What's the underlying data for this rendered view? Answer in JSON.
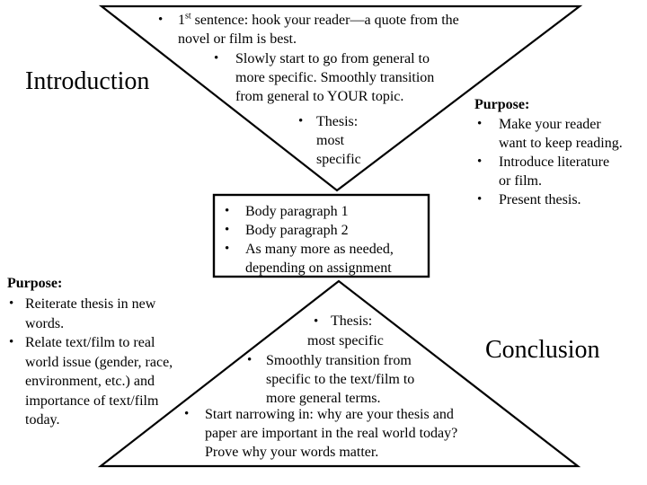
{
  "ui": {
    "bullet": "•"
  },
  "colors": {
    "background": "#ffffff",
    "line": "#000000",
    "text": "#000000"
  },
  "labels": {
    "introduction": "Introduction",
    "conclusion": "Conclusion"
  },
  "intro_triangle": {
    "bullet1": {
      "num": "1",
      "sup": "st",
      "rest": " sentence: hook your reader—a quote from the",
      "line2": "novel or film is best."
    },
    "bullet2": {
      "lines": [
        "Slowly start to go from general to",
        "more specific. Smoothly transition",
        "from general to YOUR topic."
      ]
    },
    "bullet3": {
      "lines": [
        "Thesis:",
        "most",
        "specific"
      ]
    }
  },
  "intro_purpose": {
    "heading": "Purpose:",
    "items": [
      {
        "lines": [
          "Make your reader",
          "want to keep reading."
        ]
      },
      {
        "lines": [
          "Introduce literature",
          "or film."
        ]
      },
      {
        "lines": [
          "Present thesis."
        ]
      }
    ]
  },
  "body_box": {
    "items": [
      {
        "lines": [
          "Body paragraph 1"
        ]
      },
      {
        "lines": [
          "Body paragraph 2"
        ]
      },
      {
        "lines": [
          "As many more as needed,",
          "depending on assignment"
        ]
      }
    ]
  },
  "conclusion_purpose": {
    "heading": "Purpose:",
    "items": [
      {
        "lines": [
          "Reiterate thesis in new",
          "words."
        ]
      },
      {
        "lines": [
          "Relate text/film to real",
          "world issue (gender, race,",
          "environment, etc.) and",
          "importance of text/film",
          "today."
        ]
      }
    ]
  },
  "conclusion_triangle": {
    "bullet1": {
      "line1": "Thesis:",
      "line2": "most specific"
    },
    "bullet2": {
      "lines": [
        "Smoothly transition from",
        "specific to the text/film to",
        "more general terms."
      ]
    },
    "bullet3": {
      "lines": [
        "Start narrowing in: why are your thesis and",
        "paper are important in the real world today?",
        "Prove why your words matter."
      ]
    }
  }
}
